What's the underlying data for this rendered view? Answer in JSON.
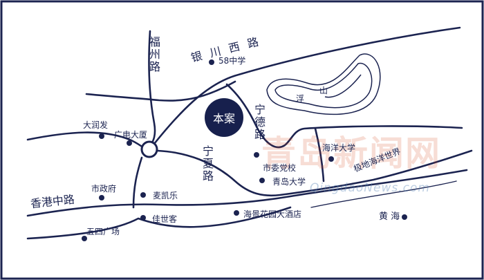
{
  "map": {
    "colors": {
      "road": "#1b2350",
      "border": "#1b2350",
      "site": "#17204d",
      "watermark_cn": "#d64a1f",
      "watermark_en": "#5b86b8",
      "background": "#ffffff"
    },
    "site_label": "本案",
    "roads": {
      "fuzhou": "福州路",
      "yinchuan_west": "银川西路",
      "ningde": "宁德路",
      "ningxia": "宁夏路",
      "xianggang_middle": "香港中路"
    },
    "landmarks": {
      "school58": "58中学",
      "dasrunfa": "大润发",
      "guangdian": "广电大厦",
      "ocean_univ": "海洋大学",
      "municipal_party": "市委党校",
      "qingdao_univ": "青岛大学",
      "city_gov": "市政府",
      "mykal": "麦凯乐",
      "jusco": "佳世客",
      "haijing": "海景花园大酒店",
      "may4": "五四广场",
      "polar_ocean": "极地海洋世界"
    },
    "lake_labels": {
      "yang": "浮",
      "shan": "山"
    },
    "sea_label": "黄 海",
    "watermark": {
      "cn": "青岛新闻网",
      "en": "QingdaoNews.com"
    }
  }
}
